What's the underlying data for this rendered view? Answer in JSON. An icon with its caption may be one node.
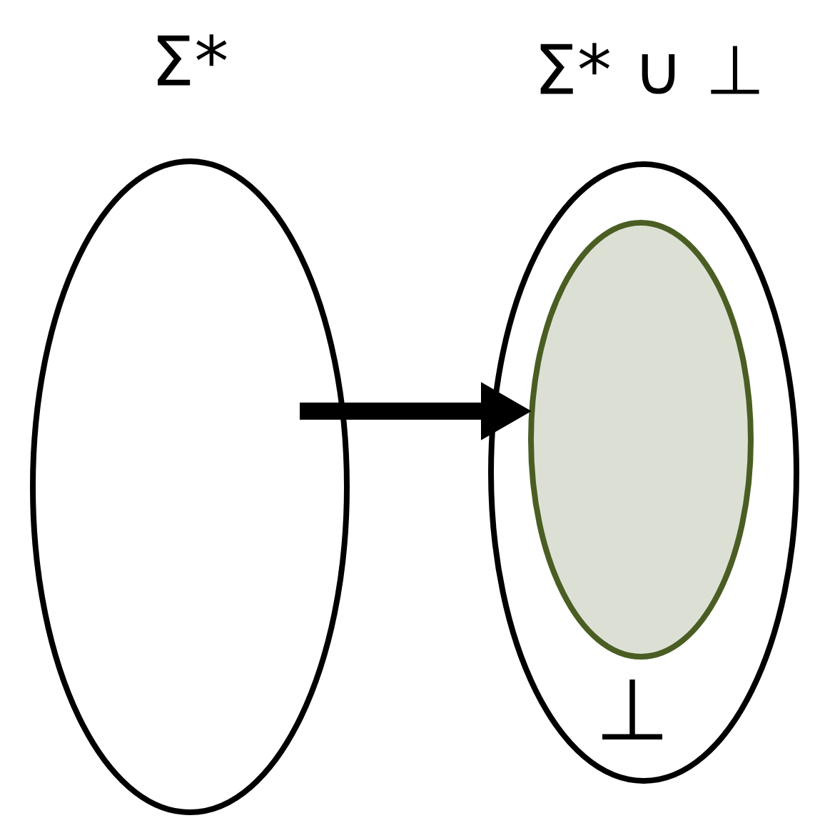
{
  "diagram": {
    "nodes": [
      {
        "text": [
          "Σ*"
        ]
      },
      {
        "text": [
          "Σ* ∪ ⊥"
        ]
      },
      {
        "text": [],
        "shape": "ellipse",
        "in": 1
      }
    ],
    "edges": [
      {
        "from": 0,
        "to": 2,
        "arrow": "to"
      }
    ],
    "labels": [
      "⊥"
    ]
  }
}
